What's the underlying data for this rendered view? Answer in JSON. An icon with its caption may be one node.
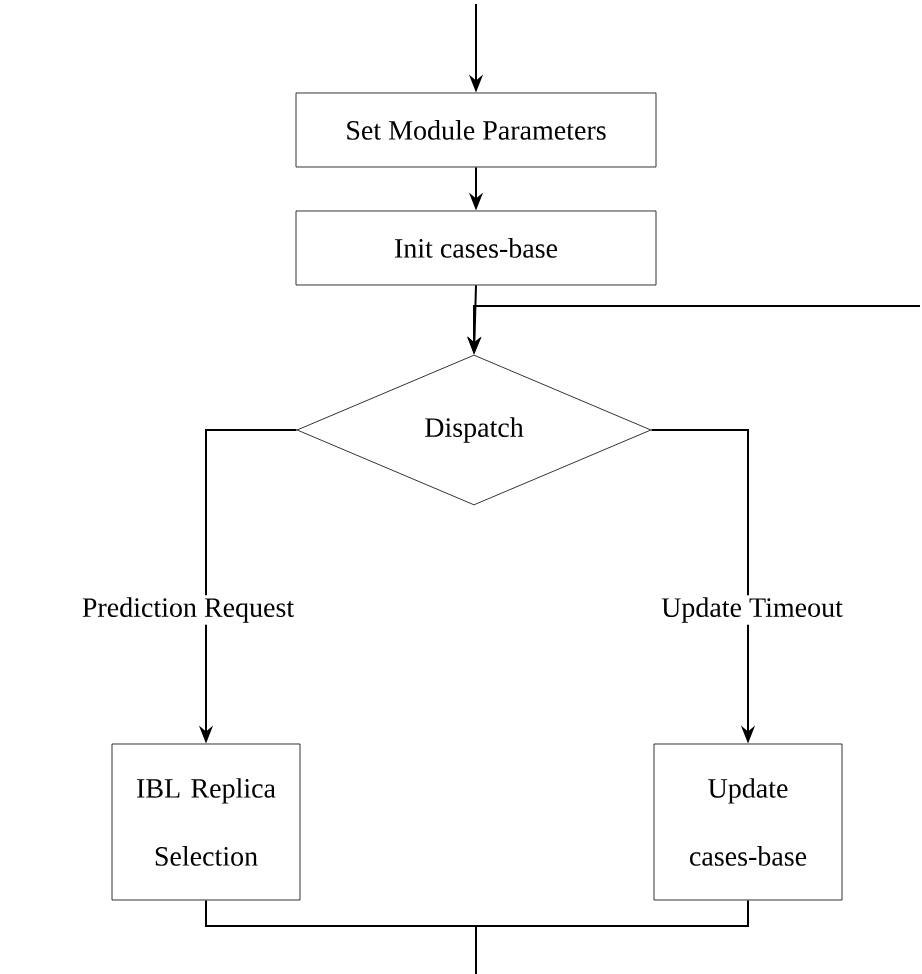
{
  "diagram": {
    "nodes": [
      {
        "text": [
          "Set Module Parameters"
        ]
      },
      {
        "text": [
          "Init cases-base"
        ]
      },
      {
        "text": [
          "Dispatch"
        ]
      },
      {
        "text": [
          "IBL Replica Selection"
        ]
      },
      {
        "text": [
          "Update cases-base"
        ]
      }
    ],
    "edges": [
      {
        "from": null,
        "to": 0,
        "arrow": "to"
      },
      {
        "from": 0,
        "to": 1,
        "arrow": "to"
      },
      {
        "from": 1,
        "to": 2,
        "arrow": "to"
      },
      {
        "from": null,
        "to": 2,
        "arrow": "to"
      },
      {
        "from": 2,
        "to": 3,
        "arrow": "to",
        "label": "Prediction Request"
      },
      {
        "from": 2,
        "to": 4,
        "arrow": "to",
        "label": "Update Timeout"
      },
      {
        "from": 3,
        "to": null,
        "arrow": "none"
      },
      {
        "from": 4,
        "to": null,
        "arrow": "none"
      }
    ]
  }
}
